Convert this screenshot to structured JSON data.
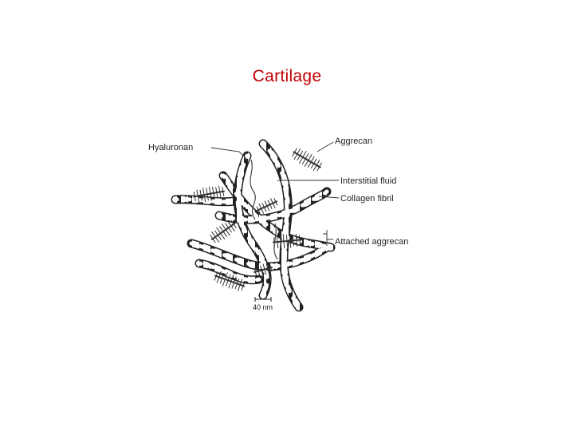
{
  "slide": {
    "title": "Cartilage"
  },
  "figure": {
    "labels": {
      "hyaluronan": "Hyaluronan",
      "aggrecan": "Aggrecan",
      "interstitial_fluid": "Interstitial fluid",
      "collagen_fibril": "Collagen fibril",
      "attached_aggrecan": "Attached aggrecan"
    },
    "scale_bar": "40 nm"
  }
}
